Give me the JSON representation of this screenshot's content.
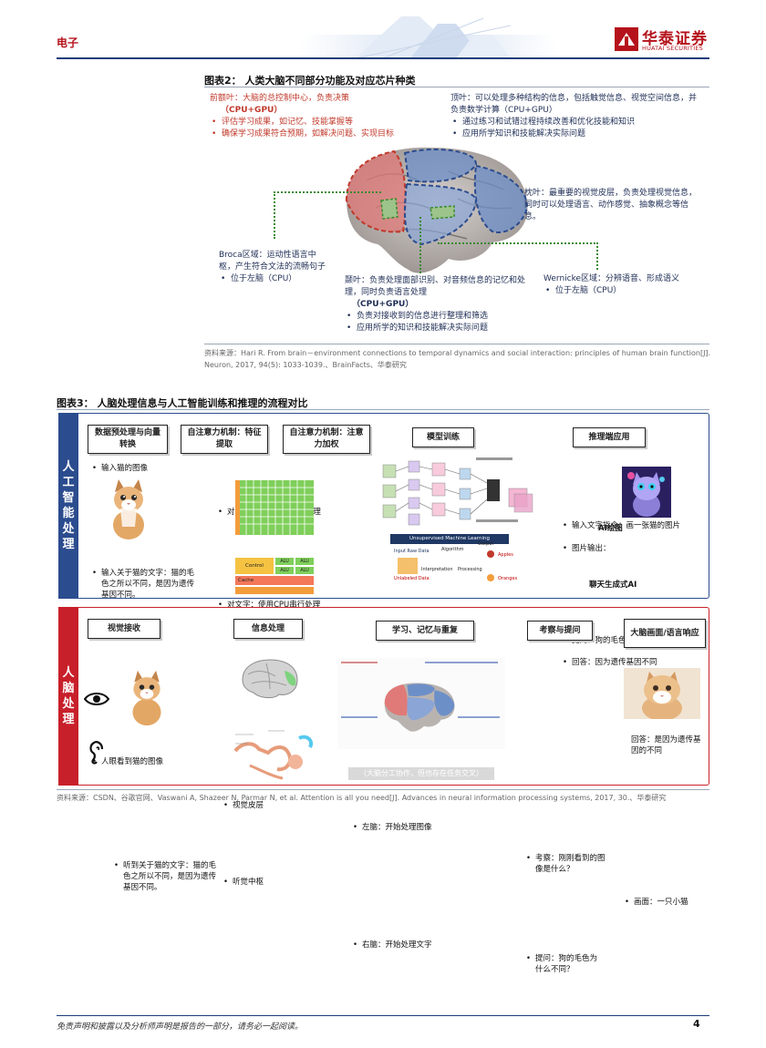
{
  "header": {
    "sector": "电子",
    "logo_cn": "华泰证券",
    "logo_en": "HUATAI SECURITIES"
  },
  "fig2": {
    "title": "图表2：  人类大脑不同部分功能及对应芯片种类",
    "frontal": {
      "title": "前额叶：大脑的总控制中心，负责决策",
      "chip": "（CPU+GPU）",
      "bullets": [
        "评估学习成果，如记忆、技能掌握等",
        "确保学习成果符合预期，如解决问题、实现目标"
      ]
    },
    "parietal": {
      "title": "顶叶：可以处理多种结构的信息，包括触觉信息、视觉空间信息，并负责数学计算（CPU+GPU）",
      "bullets": [
        "通过练习和试错过程持续改善和优化技能和知识",
        "应用所学知识和技能解决实际问题"
      ]
    },
    "occipital": {
      "title": "枕叶：最重要的视觉皮层，负责处理视觉信息，同时可以处理语言、动作感觉、抽象概念等信息。"
    },
    "broca": {
      "title": "Broca区域：运动性语言中枢，产生符合文法的流畅句子",
      "bullets": [
        "位于左脑（CPU）"
      ]
    },
    "temporal": {
      "title": "颞叶：负责处理面部识别、对音频信息的记忆和处理，同时负责语言处理",
      "chip": "（CPU+GPU）",
      "bullets": [
        "负责对接收到的信息进行整理和筛选",
        "应用所学的知识和技能解决实际问题"
      ]
    },
    "wernicke": {
      "title": "Wernicke区域：分辨语音、形成语义",
      "bullets": [
        "位于左脑（CPU）"
      ]
    },
    "source": "资料来源：Hari R. From brain－environment connections to temporal dynamics and social interaction: principles of human brain function[J]. Neuron, 2017, 94(5): 1033-1039.、BrainFacts、华泰研究"
  },
  "fig3": {
    "title": "图表3：  人脑处理信息与人工智能训练和推理的流程对比",
    "ai_label": "人工智能处理",
    "human_label": "人脑处理",
    "ai": {
      "h_pre": "数据预处理与向量转换",
      "h_feat": "自注意力机制：特征提取",
      "h_weight": "自注意力机制：注意力加权",
      "h_train": "模型训练",
      "h_infer": "推理端应用",
      "input_image": "输入猫的图像",
      "input_text": "输入关于猫的文字：猫的毛色之所以不同，是因为遗传基因不同。",
      "img_gpu": "对图像：使用GPU并行处理",
      "txt_cpu": "对文字：使用CPU串行处理",
      "cpu_control": "Control",
      "cpu_alu": "ALU",
      "cpu_cache": "Cache",
      "ml_caption": "Unsupervised Machine Learning",
      "ml_input": "Input Raw Data",
      "ml_algo": "Algorithm",
      "ml_output": "Output",
      "ml_interp": "Interpretation",
      "ml_proc": "Processing",
      "ml_unlabeled": "Unlabeled Data",
      "ml_apple": "Apples",
      "ml_orange": "Oranges",
      "infer_cmd": "输入文字指令：画一张猫的图片",
      "infer_img": "图片输出：",
      "ai_drawing": "AI绘图",
      "q": "提问：狗的毛色为什么不同？",
      "a": "回答：因为遗传基因不同",
      "chat": "聊天生成式AI"
    },
    "human": {
      "h_vision": "视觉接收",
      "h_info": "信息处理",
      "h_learn": "学习、记忆与重复",
      "h_exam": "考察与提问",
      "h_out": "大脑画面/语言响应",
      "see": "人眼看到猫的图像",
      "hear": "听到关于猫的文字：猫的毛色之所以不同，是因为遗传基因不同。",
      "visual_cortex": "视觉皮层",
      "auditory": "听觉中枢",
      "left": "左脑：开始处理图像",
      "right": "右脑：开始处理文字",
      "division": "（大脑分工协作，但也存在任务交叉）",
      "exam": "考察：刚刚看到的图像是什么？",
      "ask": "提问：狗的毛色为什么不同？",
      "draw": "画面：一只小猫",
      "answer": "回答：是因为遗传基因的不同"
    },
    "source": "资料来源：CSDN、谷歌官网、Vaswani A, Shazeer N, Parmar N, et al. Attention is all you need[J]. Advances in neural information processing systems, 2017, 30.、华泰研究"
  },
  "footer": {
    "disclaimer": "免责声明和披露以及分析师声明是报告的一部分，请务必一起阅读。",
    "page": "4"
  },
  "colors": {
    "brand_red": "#b5121b",
    "navy": "#1a3c7a",
    "ai_blue": "#2b4c8e",
    "human_red": "#c8202a",
    "brain_green": "#3a8a2e"
  }
}
